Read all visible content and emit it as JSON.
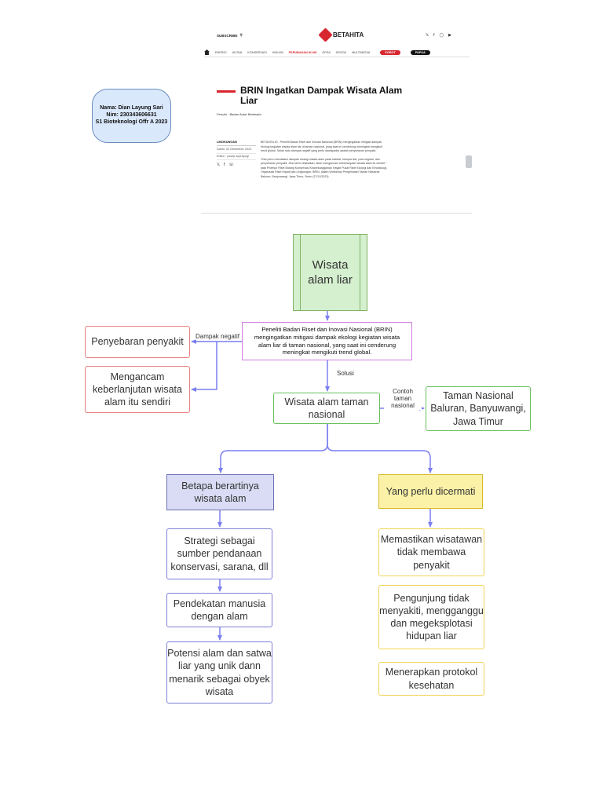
{
  "identity": {
    "line1": "Nama: Dian Layung Sari",
    "line2": "Nim: 230343606631",
    "line3": "S1 Bioteknologi Offr A 2023"
  },
  "article": {
    "subscribe": "SUBSCRIBE",
    "search_icon": "search-icon",
    "logo_text": "BETAHITA",
    "social_icons": [
      "twitter-icon",
      "facebook-icon",
      "instagram-icon",
      "youtube-icon"
    ],
    "nav": {
      "items": [
        "ENERGI",
        "HUTAN",
        "KONSERVASI",
        "HUKUM",
        "PERUBAHAN IKLIM",
        "OPINI",
        "SOSOK",
        "MULTIMEDIA"
      ],
      "active_item": "PERUBAHAN IKLIM",
      "pill_red": "SOROT",
      "pill_dark": "PAPUA"
    },
    "title": "BRIN Ingatkan Dampak Wisata Alam Liar",
    "byline": "Penulis : Badan Antar Betahaita",
    "category": "LINGKUNGAN",
    "date": "Sabtu, 02 Desember 2023",
    "editor": "Editor : yosep suprayogi",
    "share_icons": [
      "twitter-icon",
      "facebook-icon",
      "whatsapp-icon"
    ],
    "paragraphs": [
      "BETAHITA.ID - Peneliti Badan Riset dan Inovasi Nasional (BRIN) mengingatkan mitigasi dampak ekologi kegiatan wisata alam liar di taman nasional, yang saat ini cenderung meningkat mengikuti trend global. Salah satu dampak negatif yang perlu diwaspadai adalah penyebaran penyakit.",
      "\"Kita perlu mendalami dampak ekologi wisata alam pada habitat, hidupan liar, pola migrasi, dan penyebaran penyakit. Jika hal ini diabaikan, akan mengancam keberlanjutan wisata alam itu sendiri,\" kata Profesor Riset Bidang Konservasi Keanekaragaman Hayati Pusat Riset Ekologi dan Etnobiologi, Organisasi Riset Hayati dan Lingkungan, BRIN, dalam Workshop Pengelolaan Taman Nasional Baluran, Banyuwangi, Jawa Timur, Senin (27/11/2023)."
    ]
  },
  "flow": {
    "root": "Wisata alam liar",
    "brin": "Peneliti Badan Riset dan Inovasi Nasional (BRIN) mengingatkan mitigasi dampak ekologi kegiatan wisata alam liar di taman nasional, yang saat ini cenderung meningkat mengikuti trend global.",
    "edge_negatif": "Dampak negatif",
    "negatif_1": "Penyebaran penyakit",
    "negatif_2": "Mengancam keberlanjutan wisata alam itu sendiri",
    "edge_solusi": "Solusi",
    "taman": "Wisata alam taman nasional",
    "edge_contoh": "Contoh taman nasional",
    "baluran": "Taman Nasional Baluran, Banyuwangi, Jawa Timur",
    "betapa": "Betapa berartinya wisata alam",
    "perlu": "Yang perlu dicermati",
    "left_items": [
      "Strategi sebagai sumber pendanaan konservasi, sarana, dll",
      "Pendekatan manusia dengan alam",
      "Potensi alam dan satwa liar yang unik dann menarik sebagai obyek wisata"
    ],
    "right_items": [
      "Memastikan wisatawan tidak membawa penyakit",
      "Pengunjung tidak menyakiti, mengganggu dan megeksplotasi hidupan liar",
      "Menerapkan protokol kesehatan"
    ]
  },
  "colors": {
    "accent_red": "#d7262d",
    "edge": "#7b7ff0",
    "root_fill": "#d5f0cf",
    "betapa_fill": "#dadcf5",
    "perlu_fill": "#fbf2a8",
    "bubble_fill": "#dae8fc"
  }
}
